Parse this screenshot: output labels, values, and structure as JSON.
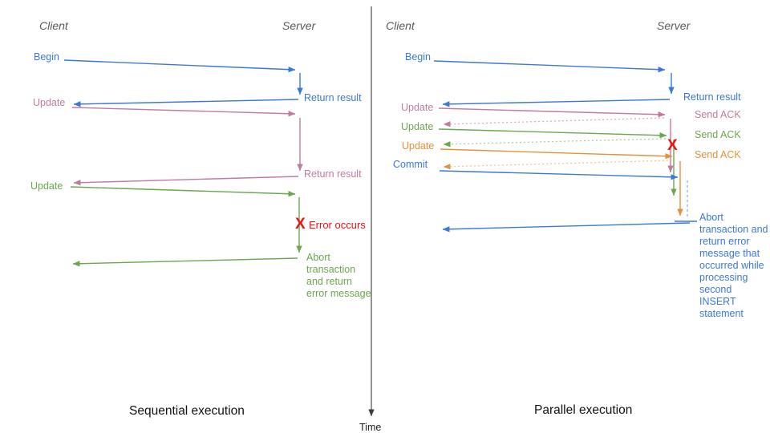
{
  "colors": {
    "blue": "#3c78d8",
    "pink": "#c27ba0",
    "green": "#6aa84f",
    "orange": "#e69138",
    "red": "#ee1111",
    "header_gray": "#595959",
    "axis": "#3d3d3d"
  },
  "time_axis": {
    "label": "Time"
  },
  "sequential": {
    "caption": "Sequential execution",
    "client_header": "Client",
    "server_header": "Server",
    "begin_label": "Begin",
    "return_result_1": "Return result",
    "update_1": "Update",
    "return_result_2": "Return result",
    "update_2": "Update",
    "error_mark": "X",
    "error_label": "Error occurs",
    "abort_note": "Abort transaction and return error message"
  },
  "parallel": {
    "caption": "Parallel execution",
    "client_header": "Client",
    "server_header": "Server",
    "begin_label": "Begin",
    "return_result": "Return result",
    "update_1": "Update",
    "send_ack_1": "Send ACK",
    "update_2": "Update",
    "send_ack_2": "Send ACK",
    "update_3": "Update",
    "send_ack_3": "Send ACK",
    "commit_label": "Commit",
    "error_mark": "X",
    "abort_note": "Abort transaction and return error message that occurred while processing second INSERT statement"
  }
}
